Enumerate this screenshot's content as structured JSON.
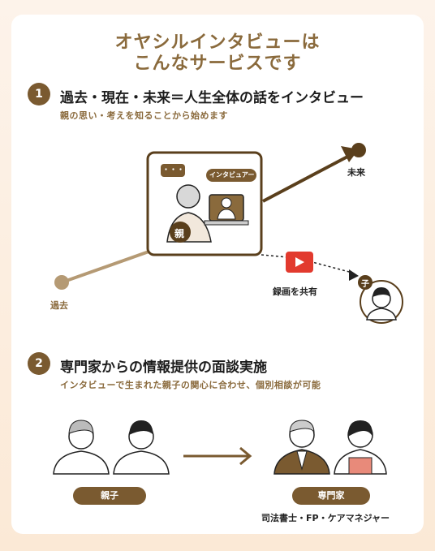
{
  "title": {
    "line1": "オヤシルインタビューは",
    "line2": "こんなサービスです"
  },
  "section1": {
    "number": "1",
    "heading": "過去・現在・未来＝人生全体の話をインタビュー",
    "subtitle": "親の思い・考えを知ることから始めます",
    "bubble_text": "・・・",
    "interviewer_tag": "インタビュアー",
    "parent_badge": "親",
    "past_label": "過去",
    "future_label": "未来",
    "share_label": "録画を共有",
    "child_badge": "子"
  },
  "section2": {
    "number": "2",
    "heading": "専門家からの情報提供の面談実施",
    "subtitle": "インタビューで生まれた親子の関心に合わせ、個別相談が可能",
    "left_pill": "親子",
    "right_pill": "専門家",
    "experts_note": "司法書士・FP・ケアマネジャー"
  },
  "colors": {
    "accent": "#7a5a30",
    "accent_light": "#b59a74",
    "red": "#e23a2e"
  }
}
